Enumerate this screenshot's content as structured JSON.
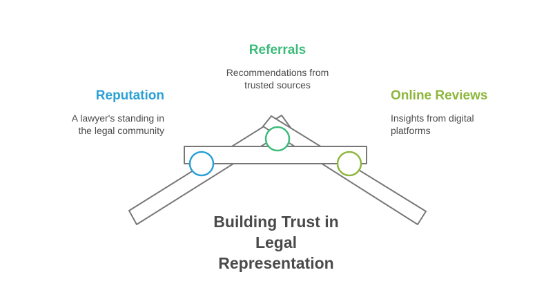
{
  "title_lines": [
    "Building Trust in",
    "Legal",
    "Representation"
  ],
  "items": {
    "referrals": {
      "heading": "Referrals",
      "desc_lines": [
        "Recommendations from",
        "trusted sources"
      ],
      "color": "#3dbb7a"
    },
    "reputation": {
      "heading": "Reputation",
      "desc_lines": [
        "A lawyer's standing in",
        "the legal community"
      ],
      "color": "#2aa0d4"
    },
    "reviews": {
      "heading": "Online Reviews",
      "desc_lines": [
        "Insights from digital",
        "platforms"
      ],
      "color": "#8db63c"
    }
  },
  "colors": {
    "structure_stroke": "#777777",
    "text": "#4a4a4a"
  }
}
